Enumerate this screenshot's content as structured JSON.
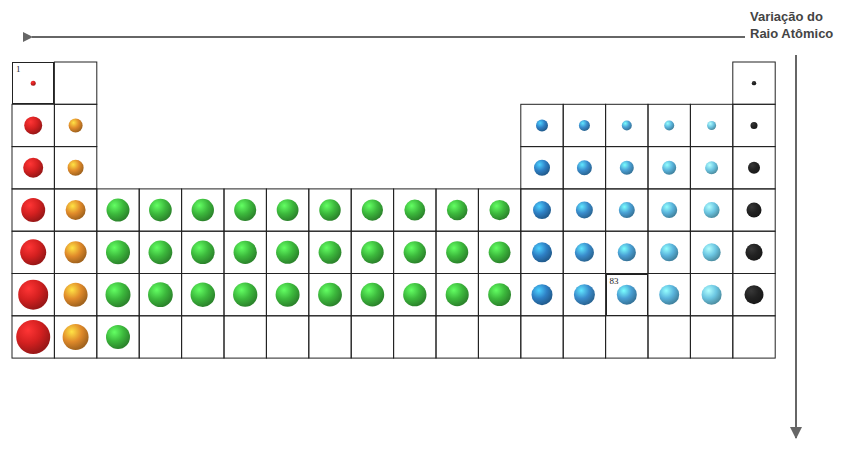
{
  "diagram": {
    "nodes": [
      {
        "text": [
          "1"
        ]
      },
      {
        "text": [
          "83"
        ]
      }
    ],
    "labels": [
      "Variação do Raio Atômico"
    ]
  }
}
